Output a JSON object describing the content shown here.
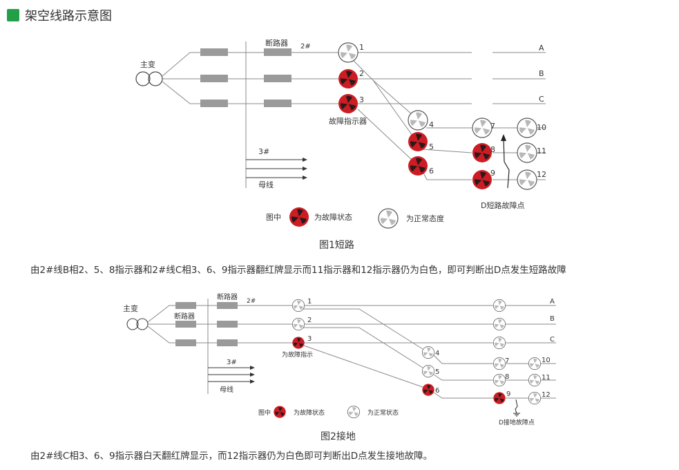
{
  "header": {
    "title": "架空线路示意图",
    "accent": "#22a048"
  },
  "colors": {
    "line": "#888888",
    "fault": "#cc1c24",
    "breaker": "#9a9a9a",
    "blade": "#b8b8b8",
    "fault_blade": "#2a1a1a"
  },
  "figure1": {
    "transformer_label": "主变",
    "breaker_label": "断路器",
    "bus_label": "母线",
    "bus_no": "3#",
    "line_no": "2#",
    "phases": [
      "A",
      "B",
      "C"
    ],
    "fault_indicator_label": "故障指示器",
    "fault_point_label": "D短路故障点",
    "legend": {
      "prefix": "图中",
      "fault": "为故障状态",
      "normal": "为正常态度"
    },
    "caption": "图1短路",
    "description": "由2#线B相2、5、8指示器和2#线C相3、6、9指示器翻红牌显示而11指示器和12指示器仍为白色，即可判断出D点发生短路故障",
    "indicators": [
      {
        "no": "1",
        "state": "normal"
      },
      {
        "no": "2",
        "state": "fault"
      },
      {
        "no": "3",
        "state": "fault"
      },
      {
        "no": "4",
        "state": "normal"
      },
      {
        "no": "5",
        "state": "fault"
      },
      {
        "no": "6",
        "state": "fault"
      },
      {
        "no": "7",
        "state": "normal"
      },
      {
        "no": "8",
        "state": "fault"
      },
      {
        "no": "9",
        "state": "fault"
      },
      {
        "no": "10",
        "state": "normal"
      },
      {
        "no": "11",
        "state": "normal"
      },
      {
        "no": "12",
        "state": "normal"
      }
    ]
  },
  "figure2": {
    "transformer_label": "主变",
    "breaker_label": "断路器",
    "breaker_label2": "断路器",
    "bus_label": "母线",
    "bus_no": "3#",
    "line_no": "2#",
    "phases": [
      "A",
      "B",
      "C"
    ],
    "fault_indicator_label": "为故障指示",
    "fault_point_label": "D接地故障点",
    "legend": {
      "prefix": "图中",
      "fault": "为故障状态",
      "normal": "为正常状态"
    },
    "caption": "图2接地",
    "description": "由2#线C相3、6、9指示器白天翻红牌显示，而12指示器仍为白色即可判断出D点发生接地故障。",
    "indicators": [
      {
        "no": "1",
        "state": "normal"
      },
      {
        "no": "2",
        "state": "normal"
      },
      {
        "no": "3",
        "state": "fault"
      },
      {
        "no": "4",
        "state": "normal"
      },
      {
        "no": "5",
        "state": "normal"
      },
      {
        "no": "6",
        "state": "fault"
      },
      {
        "no": "7",
        "state": "normal"
      },
      {
        "no": "8",
        "state": "normal"
      },
      {
        "no": "9",
        "state": "fault"
      },
      {
        "no": "10",
        "state": "normal"
      },
      {
        "no": "11",
        "state": "normal"
      },
      {
        "no": "12",
        "state": "normal"
      }
    ]
  }
}
